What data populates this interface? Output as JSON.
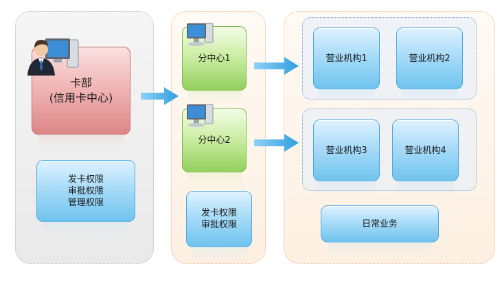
{
  "headquarters": {
    "name_line1": "卡部",
    "name_line2": "(信用卡中心)",
    "permissions": [
      "发卡权限",
      "审批权限",
      "管理权限"
    ]
  },
  "sub_centers": {
    "center_1": "分中心1",
    "center_2": "分中心2",
    "permissions": [
      "发卡权限",
      "审批权限"
    ]
  },
  "branches": {
    "units": [
      "营业机构1",
      "营业机构2",
      "营业机构3",
      "营业机构4"
    ],
    "daily_business": "日常业务"
  },
  "colors": {
    "blue_node": "#a9dcf8",
    "green_node": "#c9ec9f",
    "red_node": "#f0b2b2",
    "arrow": "#2f9fe0",
    "panel_border_orange": "#f0b482",
    "panel_border_gray": "#b8b8b8"
  },
  "icons": [
    "user-at-computer-icon",
    "computer-icon",
    "computer-icon",
    "arrow-right-icon"
  ]
}
